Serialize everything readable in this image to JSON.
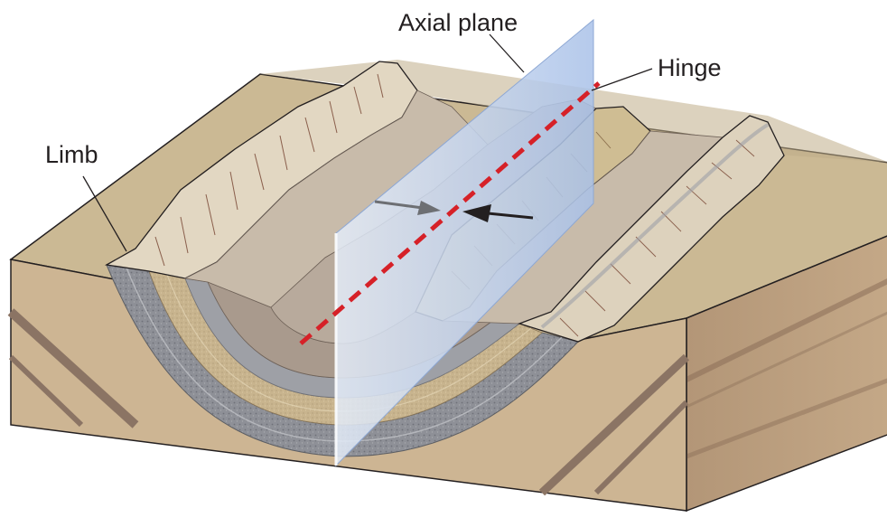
{
  "labels": {
    "axial_plane": "Axial plane",
    "hinge": "Hinge",
    "limb": "Limb"
  },
  "colors": {
    "background": "#ffffff",
    "land_surface": "#cdbb97",
    "block_side": "#b89c79",
    "block_front": "#cdb593",
    "dark_band": "#8b7464",
    "gray_layer": "#8d8f95",
    "sand_layer": "#c9b58f",
    "ridge_rock": "#e2d7c2",
    "valley_floor": "#c4b6a7",
    "core_mud": "#a8978a",
    "axial_plane": "#b3c9ea",
    "hinge_line": "#d62128",
    "outline": "#231f20"
  },
  "icons": {
    "hinge_line": "dashed-red-line-icon",
    "axial_plane": "translucent-plane-icon",
    "compression_arrows": "opposing-arrows-icon"
  }
}
